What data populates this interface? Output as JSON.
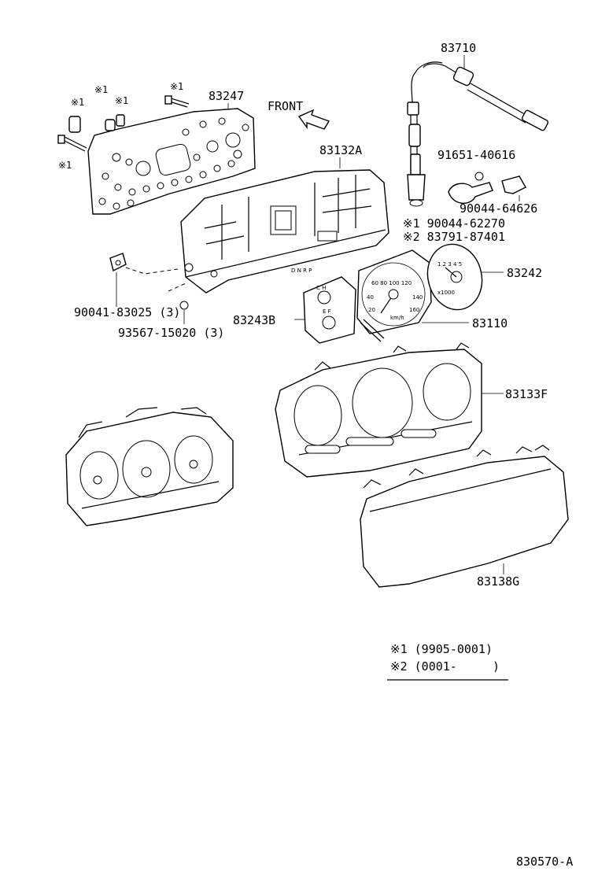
{
  "diagram_id": "830570-A",
  "direction_label": "FRONT",
  "part_numbers": {
    "speedo_cable": "83710",
    "printed_circuit": "83247",
    "case": "83132A",
    "clip_a": "91651-40616",
    "clip_b": "90044-64626",
    "note1_part": "※1 90044-62270",
    "note2_part": "※2 83791-87401",
    "tach": "83242",
    "screw": "90041-83025 (3)",
    "screw_b": "93567-15020 (3)",
    "gauge": "83243B",
    "speedometer": "83110",
    "hood": "83133F",
    "glass": "83138G"
  },
  "bulb_marks": [
    "※1",
    "※1",
    "※1",
    "※1",
    "※1"
  ],
  "legend": {
    "note1": "※1 (9905-0001)",
    "note2": "※2 (0001-     )"
  }
}
